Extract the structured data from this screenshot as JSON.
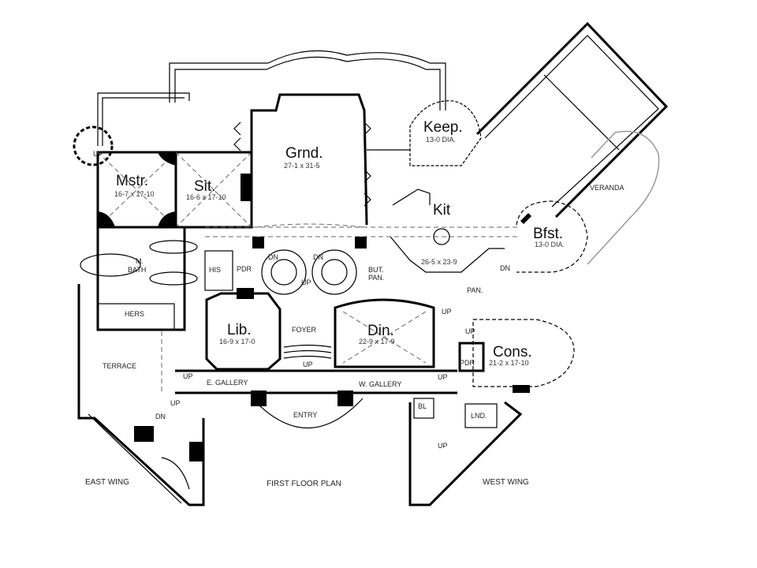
{
  "plan": {
    "title": "FIRST FLOOR PLAN",
    "rooms": {
      "master": {
        "name": "Mstr.",
        "dim": "16-7 x 17-10"
      },
      "sitting": {
        "name": "Sit.",
        "dim": "16-6 x 17-10"
      },
      "grand": {
        "name": "Grnd.",
        "dim": "27-1 x 31-5"
      },
      "keep": {
        "name": "Keep.",
        "dim": "13-0 DIA."
      },
      "kitchen": {
        "name": "Kit",
        "dim": "26-5 x 23-9"
      },
      "breakfast": {
        "name": "Bfst.",
        "dim": "13-0 DIA."
      },
      "library": {
        "name": "Lib.",
        "dim": "16-9 x 17-0"
      },
      "dining": {
        "name": "Din.",
        "dim": "22-9 x 17-9"
      },
      "conservatory": {
        "name": "Cons.",
        "dim": "21-2 x 17-10"
      }
    },
    "labels": {
      "veranda": "VERANDA",
      "m_bath_1": "M.",
      "m_bath_2": "BATH",
      "his": "HIS",
      "hers": "HERS",
      "pdr": "PDR",
      "pdr2": "PDR",
      "but_pan_1": "BUT.",
      "but_pan_2": "PAN.",
      "pan": "PAN.",
      "foyer": "FOYER",
      "terrace": "TERRACE",
      "e_gallery": "E. GALLERY",
      "w_gallery": "W. GALLERY",
      "entry": "ENTRY",
      "bl": "BL",
      "lnd": "LND.",
      "east_wing": "EAST WING",
      "west_wing": "WEST WING",
      "up": "UP",
      "dn": "DN"
    }
  }
}
